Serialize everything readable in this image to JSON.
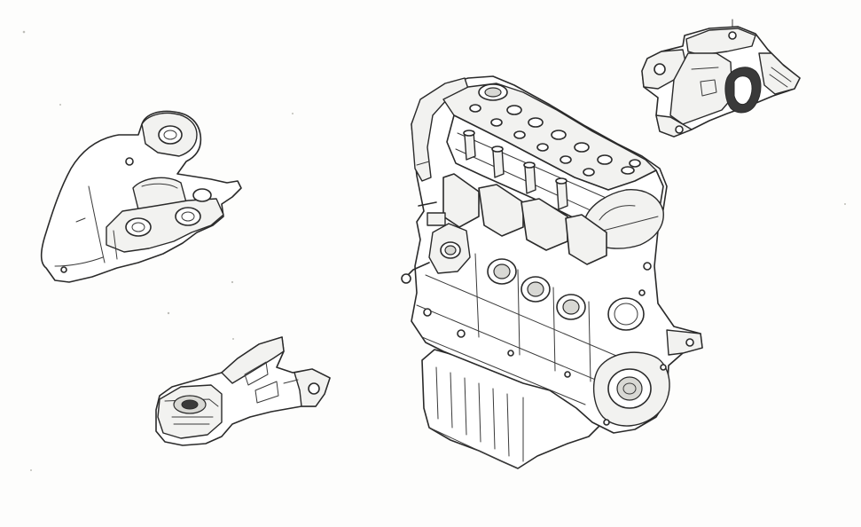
{
  "illustration": {
    "style": "exploded parts line drawing",
    "background_color": "#fdfdfc",
    "line_color": "#2a2a2a",
    "parts": [
      {
        "id": "engine-block",
        "icon": "engine-icon"
      },
      {
        "id": "engine-mount-left",
        "icon": "mount-bracket-icon"
      },
      {
        "id": "engine-mount-right",
        "icon": "mount-bracket-icon"
      },
      {
        "id": "torque-rod-mount",
        "icon": "torque-arm-icon"
      }
    ]
  }
}
